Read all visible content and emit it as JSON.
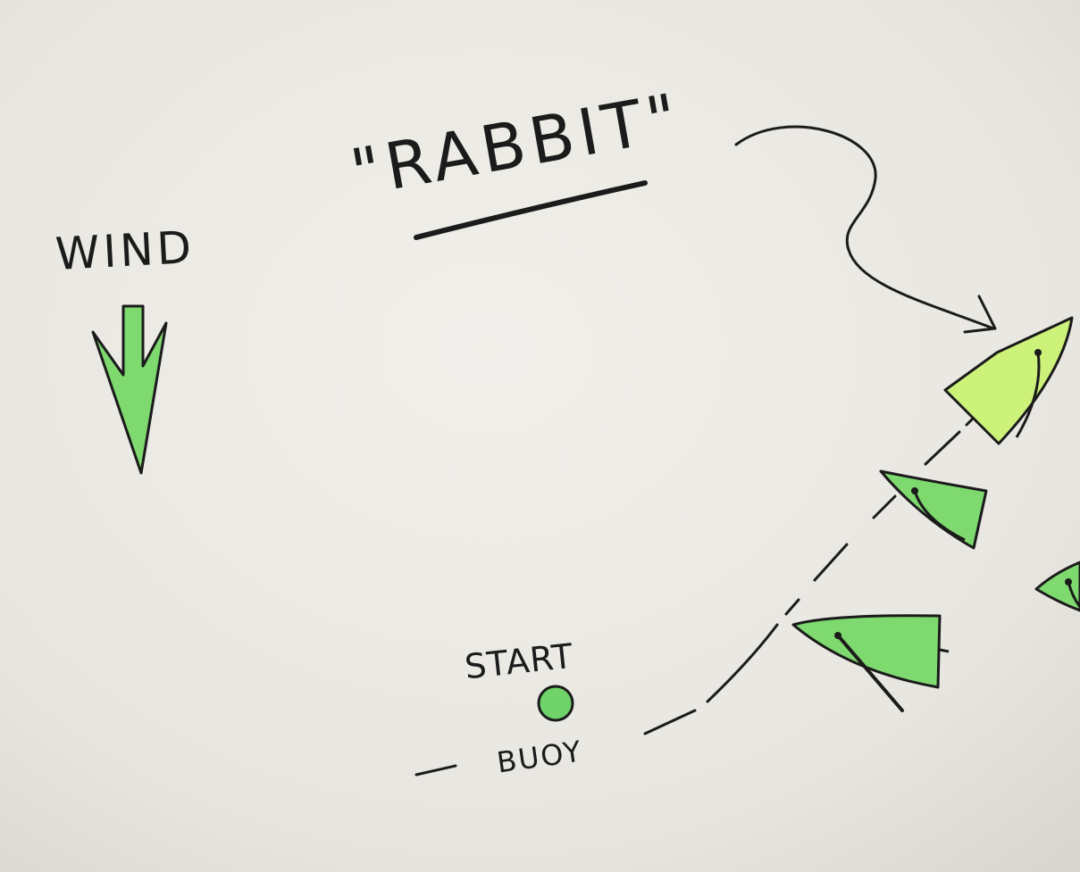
{
  "labels": {
    "wind": "WIND",
    "rabbit": "\"RABBIT\"",
    "start": "START",
    "buoy": "BUOY"
  },
  "colors": {
    "paper": "#ebe9e4",
    "ink": "#1b1b1b",
    "green": "#7ed96f",
    "rabbit_green": "#cdf27a"
  }
}
